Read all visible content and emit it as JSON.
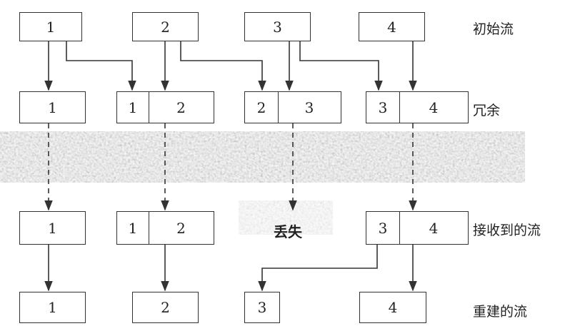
{
  "rows": {
    "initial": {
      "label": "初始流",
      "packets": [
        "1",
        "2",
        "3",
        "4"
      ]
    },
    "redundant": {
      "label": "冗余",
      "packets": [
        [
          "1"
        ],
        [
          "1",
          "2"
        ],
        [
          "2",
          "3"
        ],
        [
          "3",
          "4"
        ]
      ]
    },
    "received": {
      "label": "接收到的流",
      "packets": [
        [
          "1"
        ],
        [
          "1",
          "2"
        ],
        [
          "3",
          "4"
        ]
      ],
      "lost_label": "丢失"
    },
    "rebuilt": {
      "label": "重建的流",
      "packets": [
        "1",
        "2",
        "3",
        "4"
      ]
    }
  },
  "colors": {
    "stroke": "#333333",
    "noise": "#9a9a9a"
  }
}
